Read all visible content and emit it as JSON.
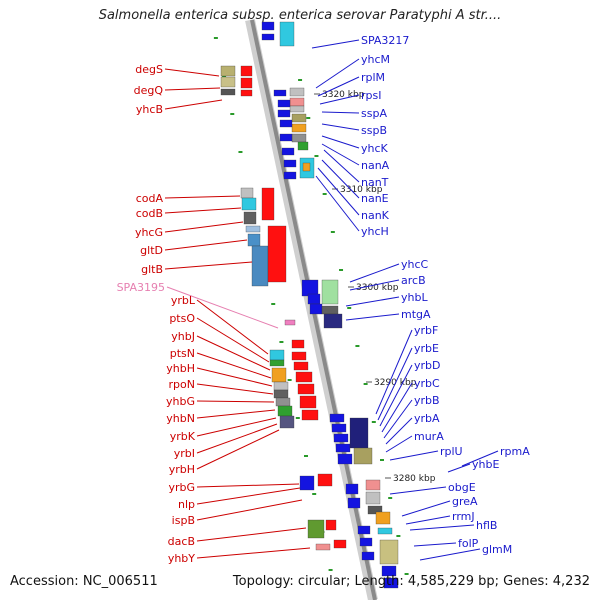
{
  "title": "Salmonella enterica subsp. enterica serovar Paratyphi A str....",
  "footer": {
    "accession": "Accession: NC_006511",
    "topology": "Topology: circular; Length: 4,585,229 bp; Genes: 4,232"
  },
  "colors": {
    "left_labels": "#cc0000",
    "right_labels": "#1a1acc",
    "highlight_label": "#e67fb0",
    "backbone": "#8a8a8a",
    "tick": "#2a9a2a"
  },
  "ticks": [
    "3320 kbp",
    "3310 kbp",
    "3300 kbp",
    "3290 kbp",
    "3280 kbp"
  ],
  "left_labels": [
    "degS",
    "degQ",
    "yhcB",
    "codA",
    "codB",
    "yhcG",
    "gltD",
    "gltB",
    "SPA3195",
    "yrbL",
    "ptsO",
    "yhbJ",
    "ptsN",
    "yhbH",
    "rpoN",
    "yhbG",
    "yhbN",
    "yrbK",
    "yrbI",
    "yrbH",
    "yrbG",
    "nlp",
    "ispB",
    "dacB",
    "yhbY"
  ],
  "right_labels": [
    "SPA3217",
    "yhcM",
    "rplM",
    "rpsI",
    "sspA",
    "sspB",
    "yhcK",
    "nanA",
    "nanT",
    "nanE",
    "nanK",
    "yhcH",
    "yhcC",
    "arcB",
    "yhbL",
    "mtgA",
    "yrbF",
    "yrbE",
    "yrbD",
    "yrbC",
    "yrbB",
    "yrbA",
    "murA",
    "rplU",
    "rpmA",
    "yhbE",
    "obgE",
    "greA",
    "rrmJ",
    "hflB",
    "folP",
    "glmM"
  ]
}
